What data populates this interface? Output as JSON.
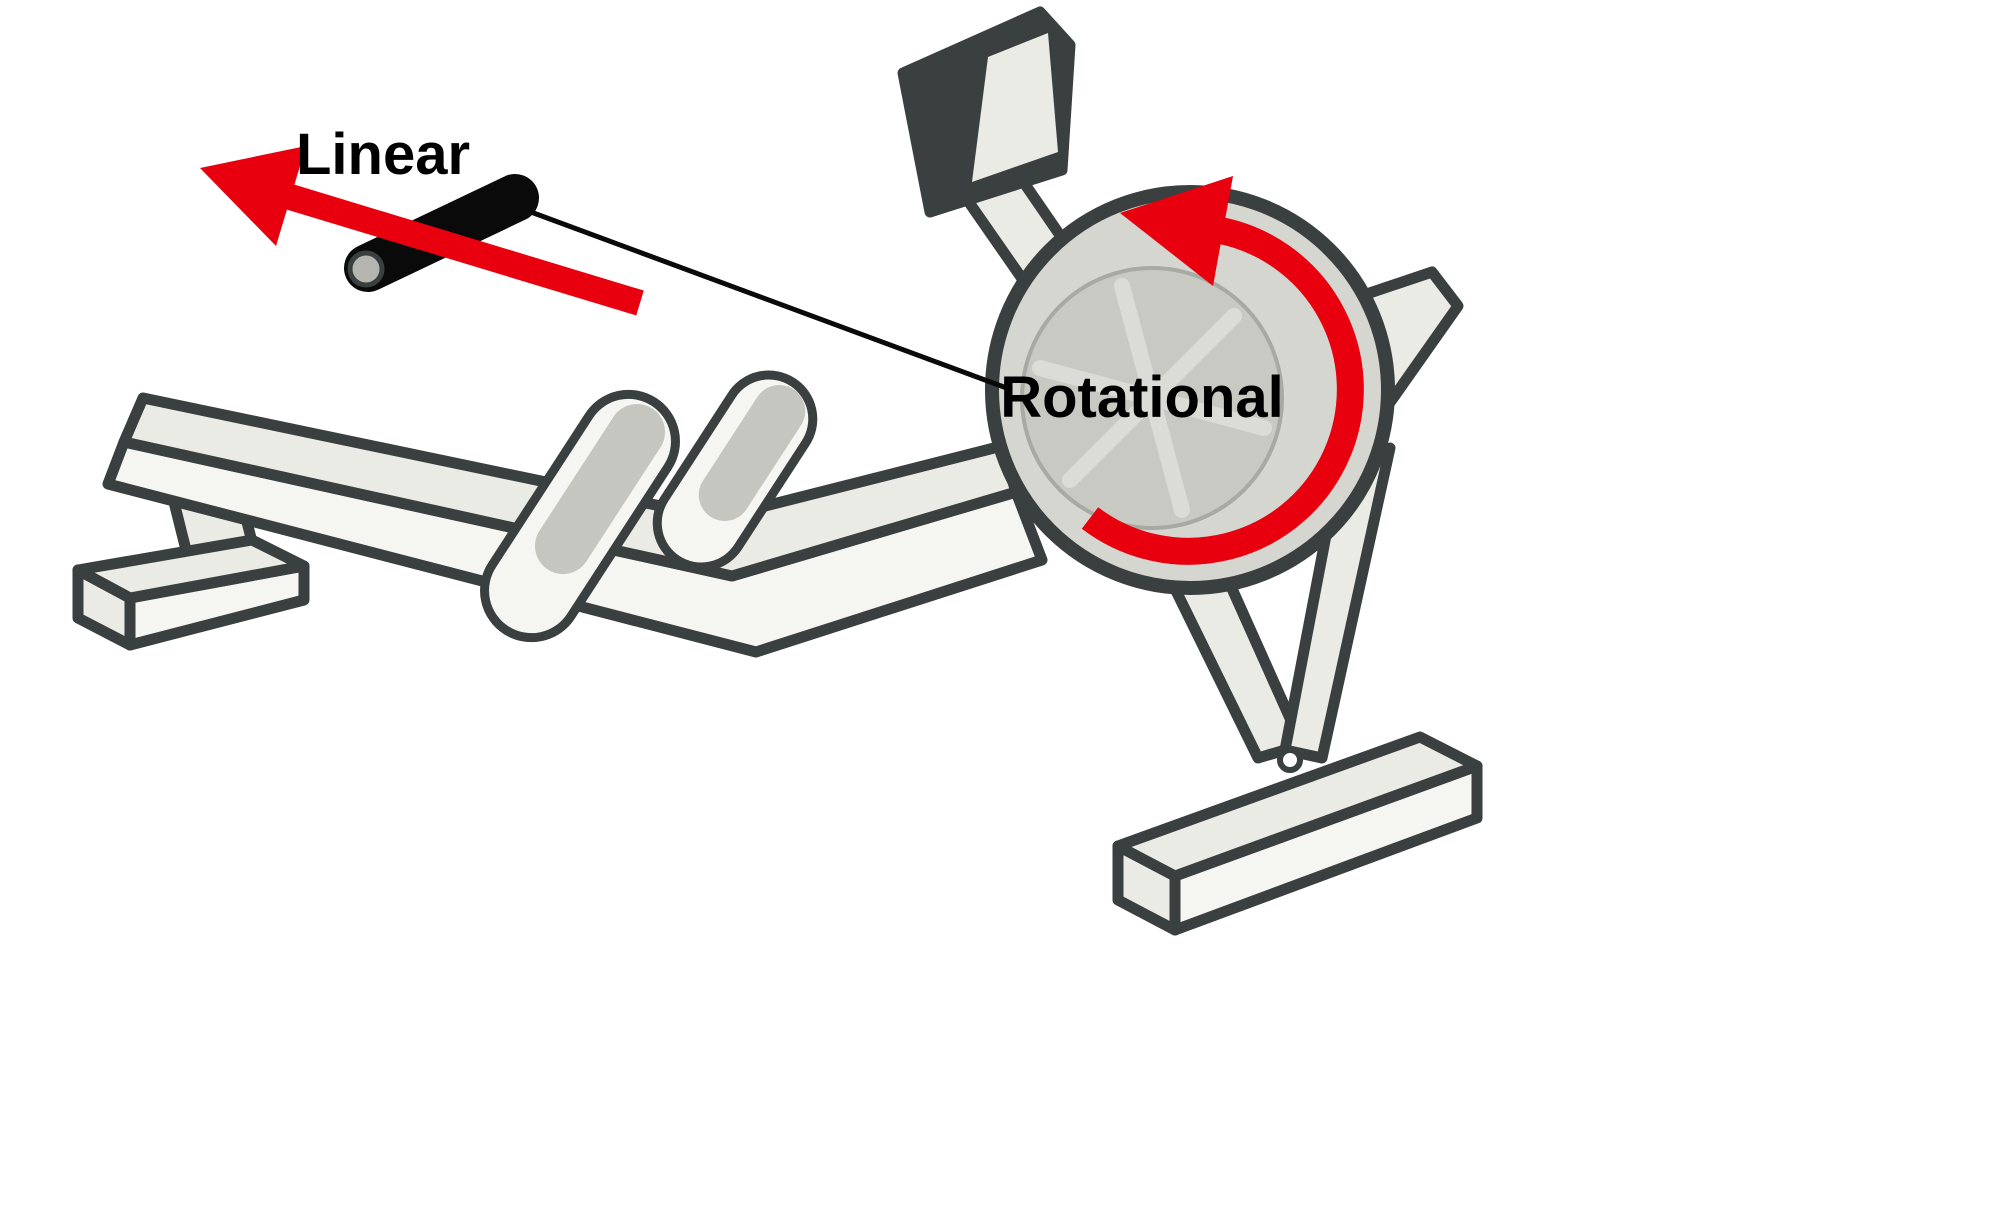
{
  "diagram": {
    "subject": "rowing-machine-motion-diagram",
    "labels": {
      "linear": "Linear",
      "rotational": "Rotational"
    },
    "colors": {
      "background": "#ffffff",
      "outline": "#3a3f3f",
      "machine_light": "#ebebe6",
      "machine_lighter": "#f5f5f2",
      "machine_mid": "#d6d6d1",
      "machine_inner": "#c9c9c3",
      "wheel_inner_edge": "#a9a9a3",
      "spoke": "#dcdcd7",
      "pedal_pad": "#c6c6c0",
      "handle": "#0a0a0a",
      "handle_cap": "#b5b5b0",
      "arrow_red": "#e8000e",
      "label_text": "#000000"
    }
  }
}
